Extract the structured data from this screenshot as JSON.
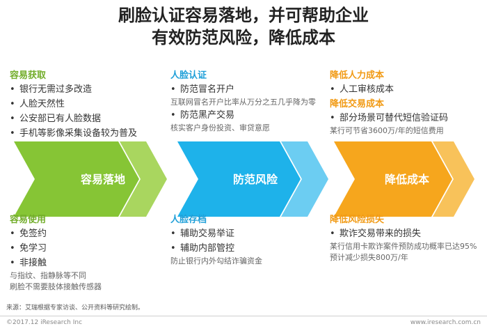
{
  "title": {
    "line1": "刷脸认证容易落地，并可帮助企业",
    "line2": "有效防范风险，降低成本"
  },
  "colors": {
    "green": "#86c535",
    "green_light": "#a9d65f",
    "blue": "#1eb2ea",
    "blue_light": "#6ccdf2",
    "orange": "#f6a61d",
    "orange_light": "#f8c25a",
    "green_head": "#72ad2a",
    "blue_head": "#1f9fd8",
    "orange_head": "#f19a14"
  },
  "arrows": [
    {
      "label": "容易落地"
    },
    {
      "label": "防范风险"
    },
    {
      "label": "降低成本"
    }
  ],
  "top": {
    "c1": {
      "head": "容易获取",
      "items": [
        "银行无需过多改造",
        "人脸天然性",
        "公安部已有人脸数据",
        "手机等影像采集设备较为普及"
      ]
    },
    "c2": {
      "head": "人脸认证",
      "i1": "防范冒名开户",
      "s1": "互联网冒名开户比率从万分之五几乎降为零",
      "i2": "防范黑产交易",
      "s2": "核实客户身份投资、审贷意愿"
    },
    "c3": {
      "head1": "降低人力成本",
      "i1": "人工审核成本",
      "head2": "降低交易成本",
      "i2": "部分场景可替代短信验证码",
      "s2": "某行可节省3600万/年的短信费用"
    }
  },
  "bottom": {
    "c1": {
      "head": "容易使用",
      "items": [
        "免签约",
        "免学习",
        "非接触"
      ],
      "s1": "与指纹、指静脉等不同",
      "s2": "刷脸不需要肢体接触传感器"
    },
    "c2": {
      "head": "人脸存档",
      "items": [
        "辅助交易举证",
        "辅助内部管控"
      ],
      "s1": "防止银行内外勾结诈骗资金"
    },
    "c3": {
      "head": "降低风险损失",
      "i1": "欺诈交易带来的损失",
      "s1": "某行信用卡欺诈案件预防成功概率已达95%",
      "s2": "预计减少损失800万/年"
    }
  },
  "footer": {
    "source": "来源：艾瑞根据专家访谈、公开资料等研究绘制。",
    "left": "©2017.12 iResearch Inc",
    "right": "www.iresearch.com.cn"
  }
}
